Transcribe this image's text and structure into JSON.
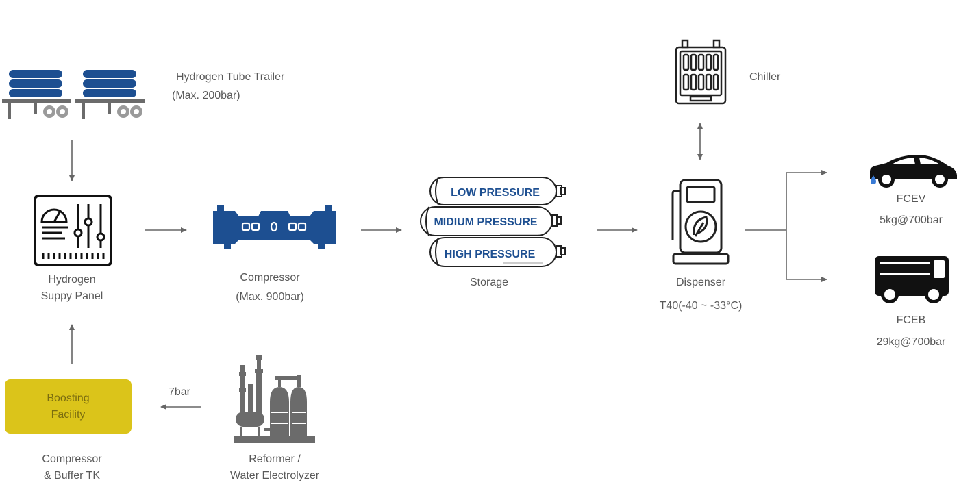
{
  "nodes": {
    "tube_trailer": {
      "line1": "Hydrogen Tube Trailer",
      "line2": "(Max. 200bar)"
    },
    "supply_panel": {
      "line1": "Hydrogen",
      "line2": "Suppy Panel"
    },
    "compressor": {
      "line1": "Compressor",
      "line2": "(Max. 900bar)"
    },
    "storage": {
      "label": "Storage",
      "tanks": [
        "LOW PRESSURE",
        "MIDIUM PRESSURE",
        "HIGH PRESSURE"
      ]
    },
    "dispenser": {
      "line1": "Dispenser",
      "line2": "T40(-40 ~ -33°C)"
    },
    "chiller": {
      "label": "Chiller"
    },
    "fcev": {
      "line1": "FCEV",
      "line2": "5kg@700bar"
    },
    "fceb": {
      "line1": "FCEB",
      "line2": "29kg@700bar"
    },
    "boosting": {
      "box_line1": "Boosting",
      "box_line2": "Facility",
      "line1": "Compressor",
      "line2": "& Buffer TK"
    },
    "reformer": {
      "line1": "Reformer /",
      "line2": "Water Electrolyzer"
    }
  },
  "edges": {
    "reformer_to_boosting_label": "7bar"
  },
  "colors": {
    "accent_blue": "#1d4f91",
    "icon_gray": "#6b6b6b",
    "boost_yellow": "#dbc41a",
    "arrow_gray": "#666666"
  },
  "icons": [
    "tube-trailer-icon",
    "supply-panel-icon",
    "compressor-icon",
    "storage-tanks-icon",
    "dispenser-icon",
    "chiller-icon",
    "car-icon",
    "bus-icon",
    "factory-icon"
  ]
}
